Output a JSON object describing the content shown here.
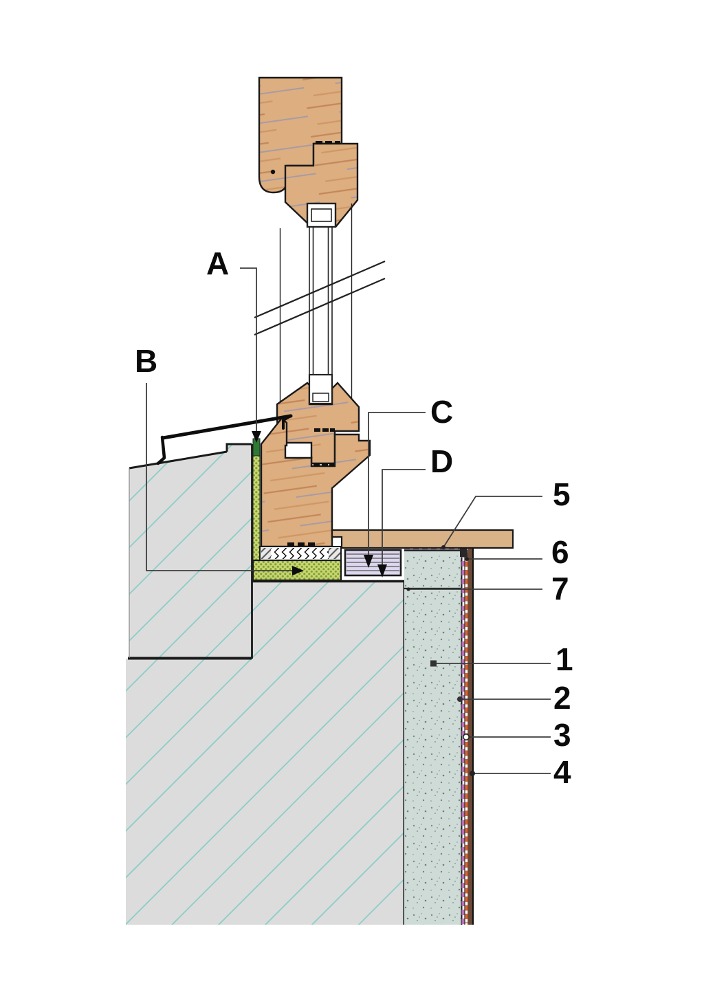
{
  "figure": {
    "type": "construction-detail-section",
    "subject": "window sill connection detail with masonry wall, exterior insulation and render layers",
    "callout_labels": {
      "A": "A",
      "B": "B",
      "C": "C",
      "D": "D"
    },
    "number_labels": {
      "n1": "1",
      "n2": "2",
      "n3": "3",
      "n4": "4",
      "n5": "5",
      "n6": "6",
      "n7": "7"
    },
    "colors": {
      "wood_frame": "#dcae80",
      "wood_grain": "#c4875a",
      "window_board": "#d9b287",
      "masonry_fill": "#dcdcdc",
      "masonry_hatch_teal": "#88ccc5",
      "insulation_fill": "#cfdbd7",
      "insulation_speckle": "#7b8b86",
      "sealant_dark_green": "#2e7a33",
      "sealant_green": "#c9d672",
      "sealant_green_dot": "#7fa036",
      "foam_block_purple": "#dcd7ee",
      "membrane_purple_dash": "#b671b6",
      "membrane_orange_dash": "#e2622a",
      "render_brown": "#6d4a37",
      "outline_black": "#1a1a1a",
      "leader_gray": "#3d3d3d"
    }
  }
}
